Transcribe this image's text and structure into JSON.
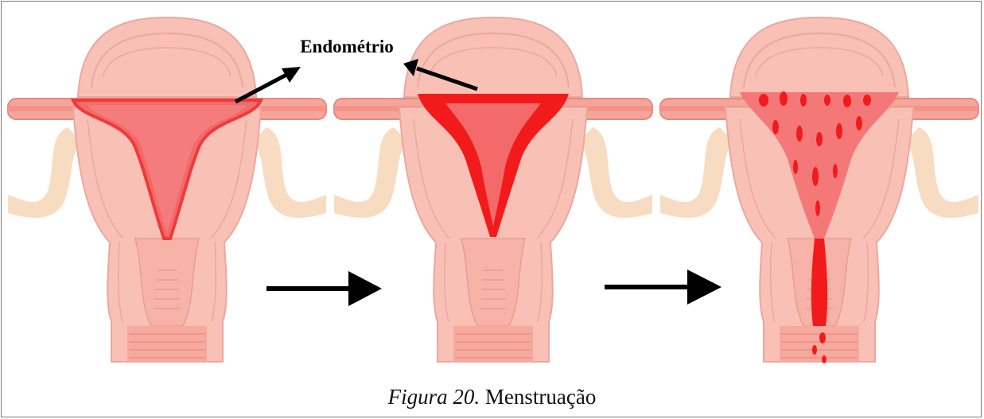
{
  "label_endometrio": "Endométrio",
  "caption": {
    "figure_label": "Figura 20.",
    "title": "Menstruação"
  },
  "colors": {
    "tissue": "#f7b6ac",
    "tissue_dark": "#e7958a",
    "lining": "#f46b6b",
    "blood": "#f21a1a",
    "ovary_tube": "#f8dcc2",
    "arrow": "#000000"
  }
}
